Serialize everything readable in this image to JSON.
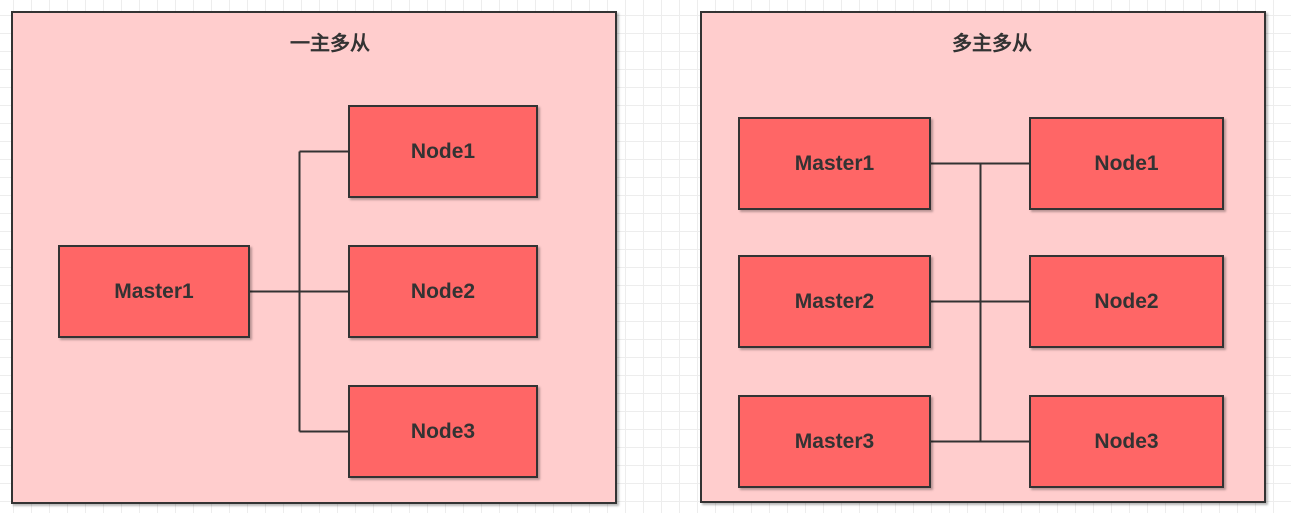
{
  "colors": {
    "background": "#ffffff",
    "grid_line": "#ededed",
    "panel_fill": "#ffcdcd",
    "node_fill": "#ff6666",
    "border": "#333333",
    "text": "#333333",
    "connector": "#333333"
  },
  "panels": [
    {
      "title": "一主多从",
      "topology": "single-master-star",
      "masters": [
        {
          "label": "Master1"
        }
      ],
      "nodes": [
        {
          "label": "Node1"
        },
        {
          "label": "Node2"
        },
        {
          "label": "Node3"
        }
      ],
      "edges": [
        {
          "from": "Master1",
          "to": "Node1"
        },
        {
          "from": "Master1",
          "to": "Node2"
        },
        {
          "from": "Master1",
          "to": "Node3"
        }
      ]
    },
    {
      "title": "多主多从",
      "topology": "multi-master-shared-bus",
      "masters": [
        {
          "label": "Master1"
        },
        {
          "label": "Master2"
        },
        {
          "label": "Master3"
        }
      ],
      "nodes": [
        {
          "label": "Node1"
        },
        {
          "label": "Node2"
        },
        {
          "label": "Node3"
        }
      ],
      "edges": [
        {
          "from": "Master1",
          "to": "bus"
        },
        {
          "from": "Master2",
          "to": "bus"
        },
        {
          "from": "Master3",
          "to": "bus"
        },
        {
          "from": "bus",
          "to": "Node1"
        },
        {
          "from": "bus",
          "to": "Node2"
        },
        {
          "from": "bus",
          "to": "Node3"
        }
      ]
    }
  ]
}
